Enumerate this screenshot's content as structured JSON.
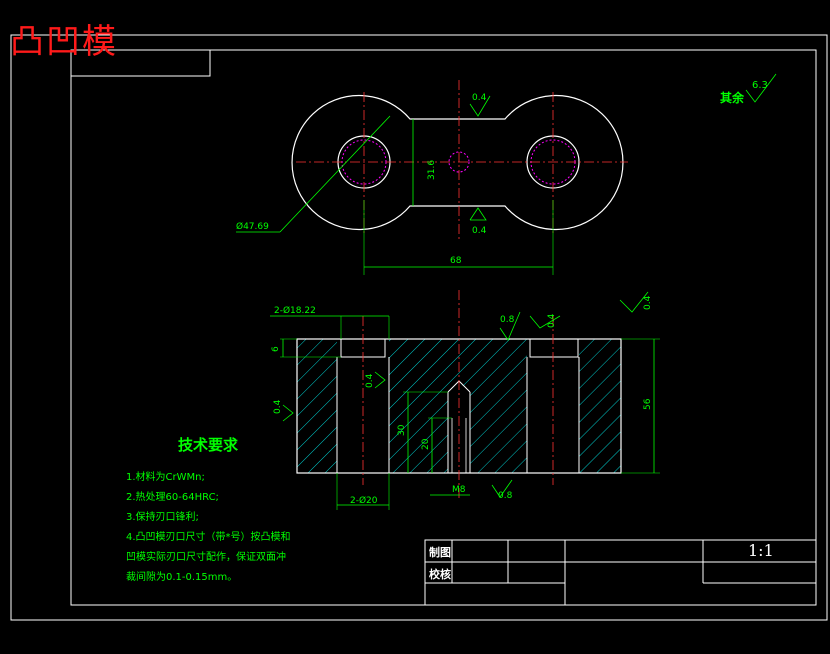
{
  "title": "凸凹模",
  "dimensions": {
    "hole_tolerance": "0.4",
    "roughness_top_right_label": "其余",
    "roughness_top_right_value": "6.3",
    "width_31": "31.6",
    "radius_47": "Ø47.69",
    "center_dist": "68",
    "holes_2x": "2-Ø18.22",
    "depth_6": "6",
    "roughness_08_a": "0.8",
    "roughness_04_a": "0.4",
    "roughness_04_b": "0.4",
    "roughness_04_c": "0.4",
    "roughness_04_d": "0.4",
    "height_56": "56",
    "height_30": "30",
    "height_20": "20",
    "m_thread": "M8",
    "roughness_08_b": "0.8",
    "holes_2x_d": "2-Ø20"
  },
  "tech_requirements": {
    "title": "技术要求",
    "items": [
      "1.材料为CrWMn;",
      "2.热处理60-64HRC;",
      "3.保持刃口锋利;",
      "4.凸凹模刃口尺寸（带*号）按凸模和",
      "凹模实际刃口尺寸配作，保证双面冲",
      "裁间隙为0.1-0.15mm。"
    ]
  },
  "title_block": {
    "drawn_label": "制图",
    "checked_label": "校核",
    "scale": "1:1"
  }
}
